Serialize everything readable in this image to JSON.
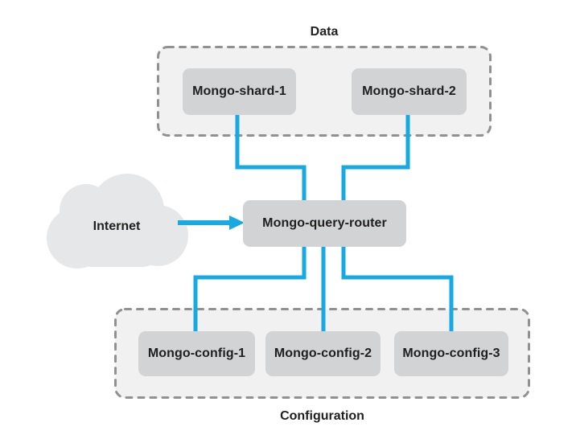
{
  "diagram": {
    "internet": {
      "label": "Internet",
      "icon": "cloud-icon"
    },
    "router": {
      "label": "Mongo-query-router"
    },
    "groups": [
      {
        "id": "data",
        "label": "Data",
        "nodes": [
          {
            "label": "Mongo-shard-1"
          },
          {
            "label": "Mongo-shard-2"
          }
        ]
      },
      {
        "id": "configuration",
        "label": "Configuration",
        "nodes": [
          {
            "label": "Mongo-config-1"
          },
          {
            "label": "Mongo-config-2"
          },
          {
            "label": "Mongo-config-3"
          }
        ]
      }
    ],
    "connections": [
      {
        "from": "Internet",
        "to": "Mongo-query-router",
        "arrow": true
      },
      {
        "from": "Mongo-shard-1",
        "to": "Mongo-query-router",
        "arrow": false
      },
      {
        "from": "Mongo-shard-2",
        "to": "Mongo-query-router",
        "arrow": false
      },
      {
        "from": "Mongo-query-router",
        "to": "Mongo-config-1",
        "arrow": false
      },
      {
        "from": "Mongo-query-router",
        "to": "Mongo-config-2",
        "arrow": false
      },
      {
        "from": "Mongo-query-router",
        "to": "Mongo-config-3",
        "arrow": false
      }
    ]
  },
  "colors": {
    "accent": "#16A9E2",
    "node-fill": "#D2D3D4",
    "group-fill": "#F1F1F2",
    "group-border": "#8F9194",
    "cloud-fill": "#E6E7E9",
    "text": "#1F1F1F"
  }
}
